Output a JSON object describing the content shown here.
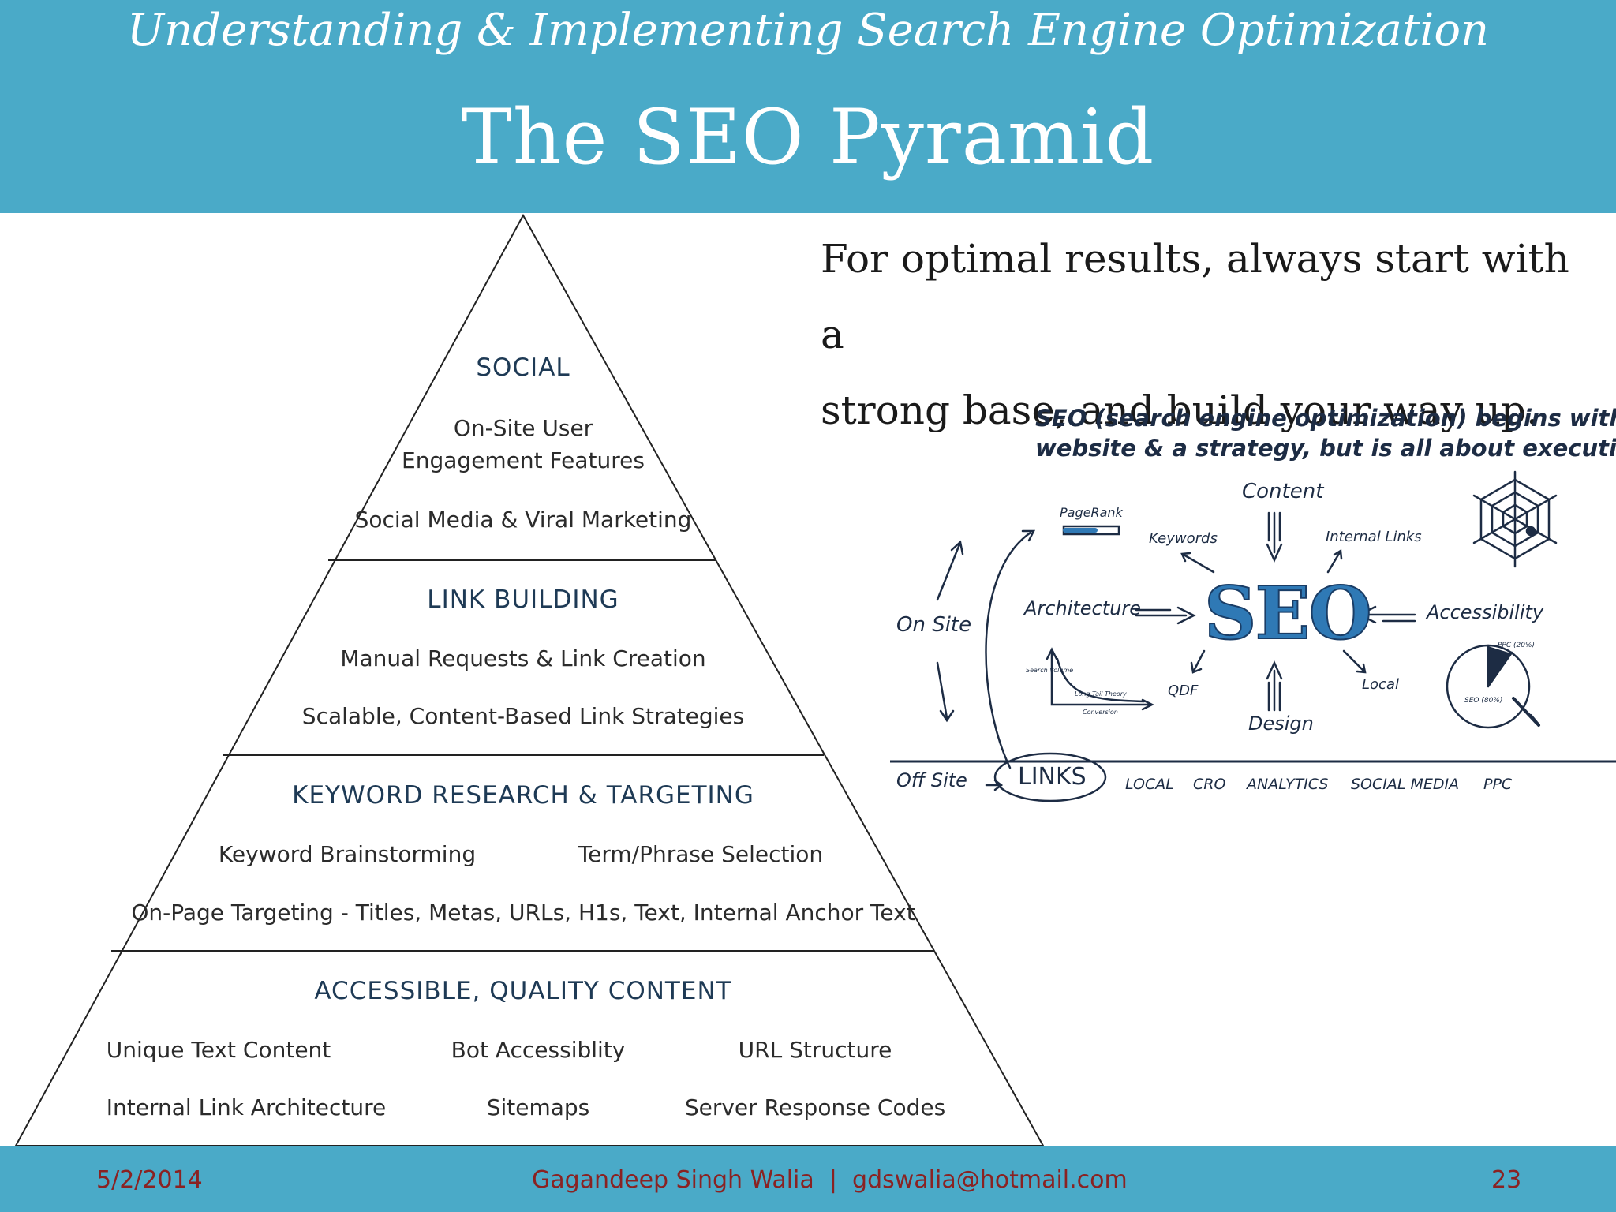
{
  "header": {
    "subtitle": "Understanding & Implementing Search Engine Optimization",
    "title": "The SEO Pyramid"
  },
  "pyramid": {
    "social": {
      "heading": "SOCIAL",
      "item1_line1": "On-Site User",
      "item1_line2": "Engagement Features",
      "item2": "Social Media & Viral Marketing"
    },
    "link_building": {
      "heading": "LINK BUILDING",
      "item1": "Manual Requests & Link Creation",
      "item2": "Scalable, Content-Based Link Strategies"
    },
    "keyword": {
      "heading": "KEYWORD RESEARCH & TARGETING",
      "item1": "Keyword Brainstorming",
      "item2": "Term/Phrase Selection",
      "item3": "On-Page Targeting - Titles, Metas, URLs, H1s, Text, Internal Anchor Text"
    },
    "content": {
      "heading": "ACCESSIBLE, QUALITY CONTENT",
      "item1": "Unique Text Content",
      "item2": "Bot Accessiblity",
      "item3": "URL Structure",
      "item4": "Internal Link Architecture",
      "item5": "Sitemaps",
      "item6": "Server Response Codes"
    }
  },
  "intro": {
    "line1": "For optimal results, always start with a",
    "line2": "strong base, and build your way up."
  },
  "sketch": {
    "headline1": "SEO (search engine optimization) begins with a",
    "headline2": "website & a strategy, but is all about execution.",
    "center": "SEO",
    "content": "Content",
    "keywords": "Keywords",
    "internal_links": "Internal Links",
    "pagerank": "PageRank",
    "architecture": "Architecture",
    "accessibility": "Accessibility",
    "on_site": "On Site",
    "qdf": "QDF",
    "local": "Local",
    "design": "Design",
    "off_site": "Off Site",
    "links": "LINKS",
    "bottom_local": "LOCAL",
    "cro": "CRO",
    "analytics": "ANALYTICS",
    "social_media": "SOCIAL MEDIA",
    "ppc": "PPC",
    "pie_ppc": "PPC (20%)",
    "pie_seo": "SEO (80%)",
    "graph_y": "Search Volume",
    "graph_tail": "Long Tail Theory",
    "graph_x": "Conversion"
  },
  "footer": {
    "date": "5/2/2014",
    "author": "Gagandeep Singh Walia  |  gdswalia@hotmail.com",
    "page": "23"
  },
  "colors": {
    "header_bg": "#4aaac8",
    "footer_text": "#8a2222",
    "seo_blue": "#2f79b5"
  }
}
